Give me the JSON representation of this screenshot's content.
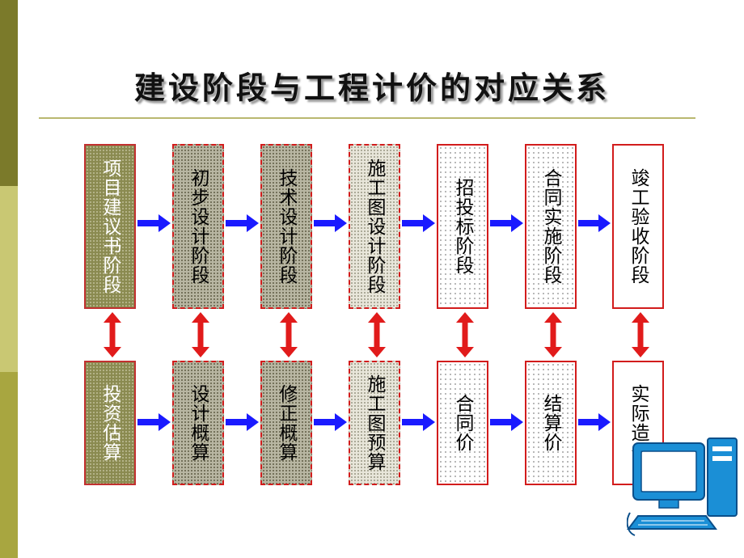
{
  "title": "建设阶段与工程计价的对应关系",
  "colors": {
    "arrow_blue": "#1a1aff",
    "arrow_red": "#e11b1b",
    "box_border_red": "#d21c1c",
    "olive_fill": "#8a8a50",
    "stripe_dark": "#7b7a2a",
    "stripe_light": "#c9c873"
  },
  "stages": [
    {
      "label": "项目建议书阶段",
      "style": "olive"
    },
    {
      "label": "初步设计阶段",
      "style": "darkdot"
    },
    {
      "label": "技术设计阶段",
      "style": "darkdot"
    },
    {
      "label": "施工图设计阶段",
      "style": "lightdot"
    },
    {
      "label": "招投标阶段",
      "style": "sparse"
    },
    {
      "label": "合同实施阶段",
      "style": "sparse"
    },
    {
      "label": "竣工验收阶段",
      "style": "plain"
    }
  ],
  "pricing": [
    {
      "label": "投资估算",
      "style": "olive"
    },
    {
      "label": "设计概算",
      "style": "darkdot"
    },
    {
      "label": "修正概算",
      "style": "darkdot"
    },
    {
      "label": "施工图预算",
      "style": "lightdot"
    },
    {
      "label": "合同价",
      "style": "sparse"
    },
    {
      "label": "结算价",
      "style": "sparse"
    },
    {
      "label": "实际造价",
      "style": "plain"
    }
  ],
  "decorations": {
    "corner_image": "computer-icon"
  }
}
